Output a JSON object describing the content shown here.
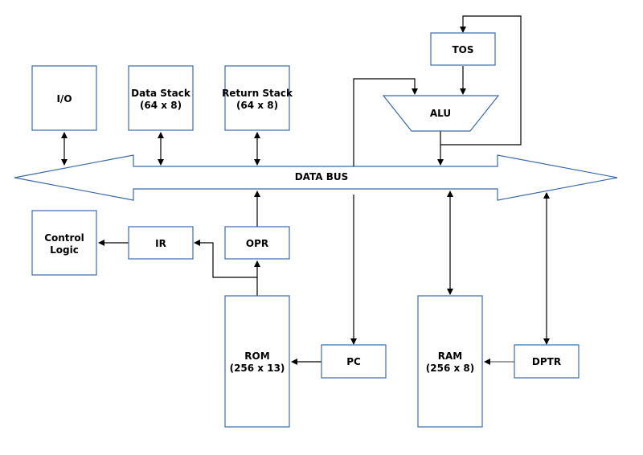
{
  "diagram": {
    "bus_label": "DATA BUS",
    "blocks": {
      "io": {
        "line1": "I/O",
        "line2": ""
      },
      "data_stack": {
        "line1": "Data Stack",
        "line2": "(64 x 8)"
      },
      "return_stack": {
        "line1": "Return Stack",
        "line2": "(64 x 8)"
      },
      "tos": {
        "line1": "TOS",
        "line2": ""
      },
      "alu": {
        "line1": "ALU",
        "line2": ""
      },
      "control_logic": {
        "line1": "Control",
        "line2": "Logic"
      },
      "ir": {
        "line1": "IR",
        "line2": ""
      },
      "opr": {
        "line1": "OPR",
        "line2": ""
      },
      "rom": {
        "line1": "ROM",
        "line2": "(256 x 13)"
      },
      "pc": {
        "line1": "PC",
        "line2": ""
      },
      "ram": {
        "line1": "RAM",
        "line2": "(256 x 8)"
      },
      "dptr": {
        "line1": "DPTR",
        "line2": ""
      }
    },
    "connections": [
      {
        "from": "io",
        "to": "data-bus",
        "type": "bidirectional"
      },
      {
        "from": "data_stack",
        "to": "data-bus",
        "type": "bidirectional"
      },
      {
        "from": "return_stack",
        "to": "data-bus",
        "type": "bidirectional"
      },
      {
        "from": "alu",
        "to": "tos",
        "type": "feedback"
      },
      {
        "from": "tos",
        "to": "alu",
        "type": "unidirectional"
      },
      {
        "from": "data-bus",
        "to": "alu",
        "type": "unidirectional"
      },
      {
        "from": "alu",
        "to": "data-bus",
        "type": "unidirectional"
      },
      {
        "from": "opr",
        "to": "data-bus",
        "type": "unidirectional"
      },
      {
        "from": "ir",
        "to": "control_logic",
        "type": "unidirectional"
      },
      {
        "from": "rom",
        "to": "ir",
        "type": "unidirectional"
      },
      {
        "from": "rom",
        "to": "opr",
        "type": "unidirectional"
      },
      {
        "from": "data-bus",
        "to": "pc",
        "type": "unidirectional"
      },
      {
        "from": "pc",
        "to": "rom",
        "type": "unidirectional"
      },
      {
        "from": "ram",
        "to": "data-bus",
        "type": "bidirectional"
      },
      {
        "from": "dptr",
        "to": "data-bus",
        "type": "bidirectional"
      },
      {
        "from": "dptr",
        "to": "ram",
        "type": "unidirectional"
      }
    ]
  }
}
